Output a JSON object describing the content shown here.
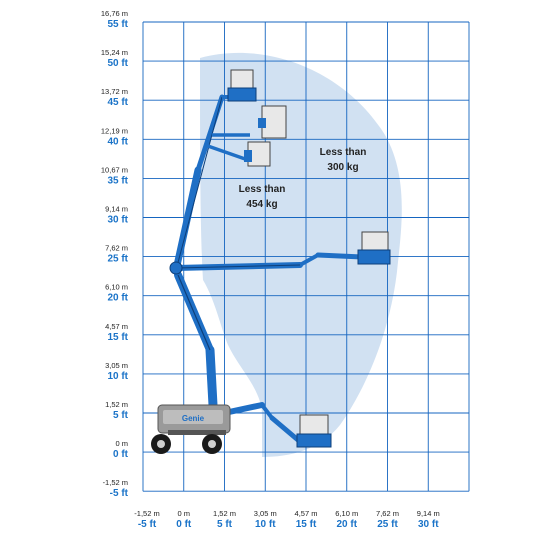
{
  "title": "",
  "colors": {
    "grid": "#1565c0",
    "axis_ft_text": "#1a73c8",
    "envelope_fill": "#c9dcf0",
    "boom_blue": "#1f6fc5",
    "boom_dark": "#0d3f7a",
    "chassis_gray": "#8c8c8c",
    "wheel": "#1a1a1a",
    "platform": "#e8e8e8"
  },
  "x_axis": {
    "ticks": [
      {
        "m": "-1,52 m",
        "ft": "-5 ft"
      },
      {
        "m": "0 m",
        "ft": "0 ft"
      },
      {
        "m": "1,52 m",
        "ft": "5 ft"
      },
      {
        "m": "3,05 m",
        "ft": "10 ft"
      },
      {
        "m": "4,57 m",
        "ft": "15 ft"
      },
      {
        "m": "6,10 m",
        "ft": "20 ft"
      },
      {
        "m": "7,62 m",
        "ft": "25 ft"
      },
      {
        "m": "9,14 m",
        "ft": "30 ft"
      }
    ]
  },
  "y_axis": {
    "ticks": [
      {
        "m": "16,76 m",
        "ft": "55 ft"
      },
      {
        "m": "15,24 m",
        "ft": "50 ft"
      },
      {
        "m": "13,72 m",
        "ft": "45 ft"
      },
      {
        "m": "12,19 m",
        "ft": "40 ft"
      },
      {
        "m": "10,67 m",
        "ft": "35 ft"
      },
      {
        "m": "9,14 m",
        "ft": "30 ft"
      },
      {
        "m": "7,62 m",
        "ft": "25 ft"
      },
      {
        "m": "6,10 m",
        "ft": "20 ft"
      },
      {
        "m": "4,57 m",
        "ft": "15 ft"
      },
      {
        "m": "3,05 m",
        "ft": "10 ft"
      },
      {
        "m": "1,52 m",
        "ft": "5 ft"
      },
      {
        "m": "0 m",
        "ft": "0 ft"
      },
      {
        "m": "-1,52 m",
        "ft": "-5 ft"
      }
    ]
  },
  "zones": {
    "inner": {
      "line1": "Less than",
      "line2": "454 kg"
    },
    "outer": {
      "line1": "Less than",
      "line2": "300 kg"
    }
  },
  "brand": "Genie"
}
